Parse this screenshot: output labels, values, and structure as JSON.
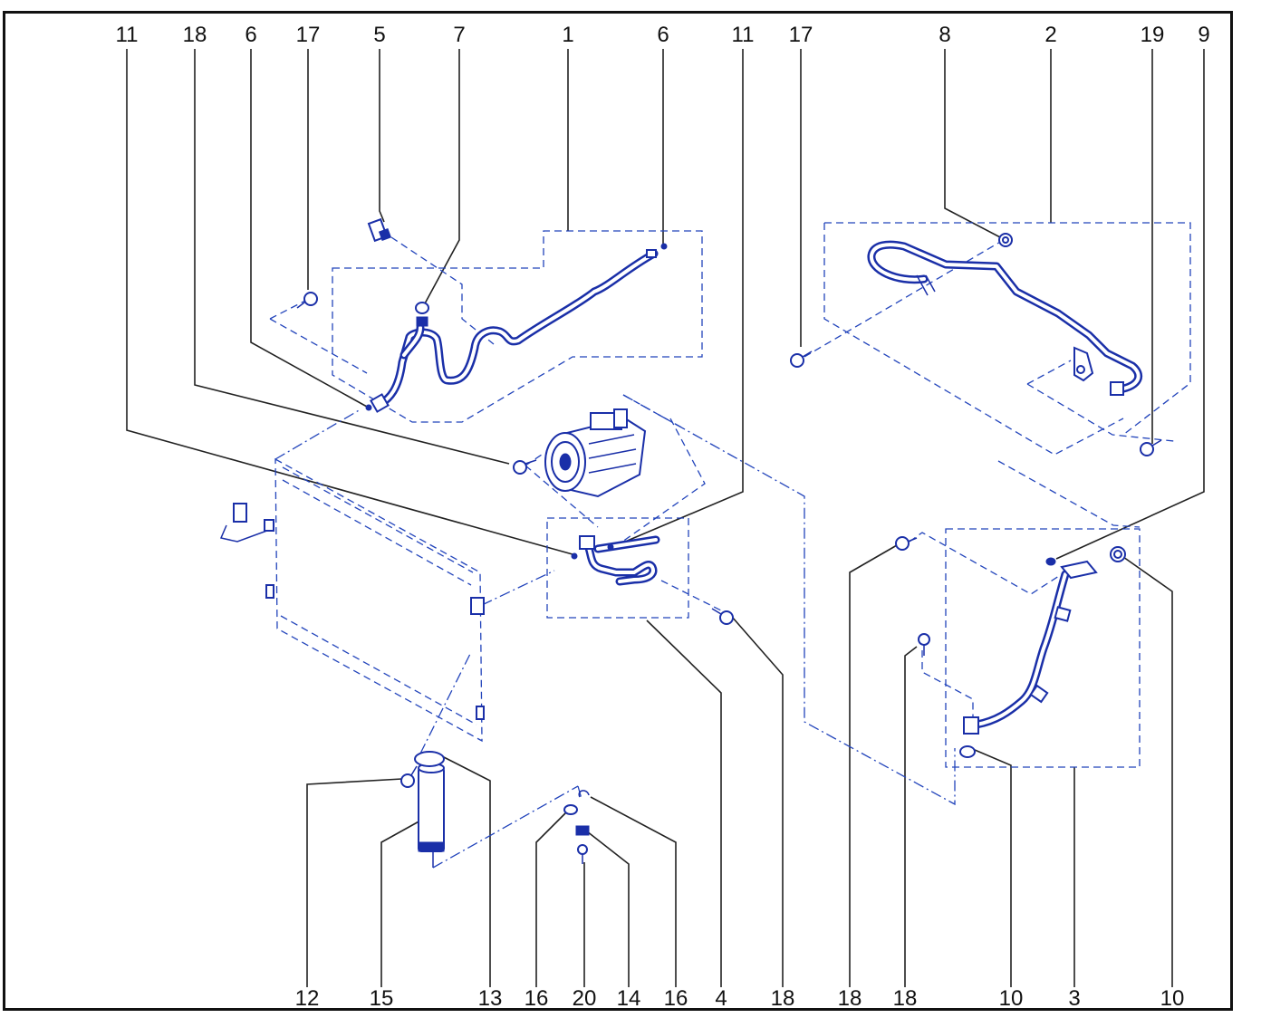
{
  "callouts_top": [
    "11",
    "18",
    "6",
    "17",
    "5",
    "7",
    "1",
    "6",
    "11",
    "17",
    "8",
    "2",
    "19",
    "9"
  ],
  "callouts_bottom": [
    "12",
    "15",
    "13",
    "16",
    "20",
    "14",
    "16",
    "4",
    "18",
    "18",
    "18",
    "10",
    "3",
    "10"
  ],
  "colors": {
    "line_art": "#1a2fa8",
    "dashed_guides": "#2244bb",
    "frame": "#111111",
    "callout_text": "#111111"
  }
}
